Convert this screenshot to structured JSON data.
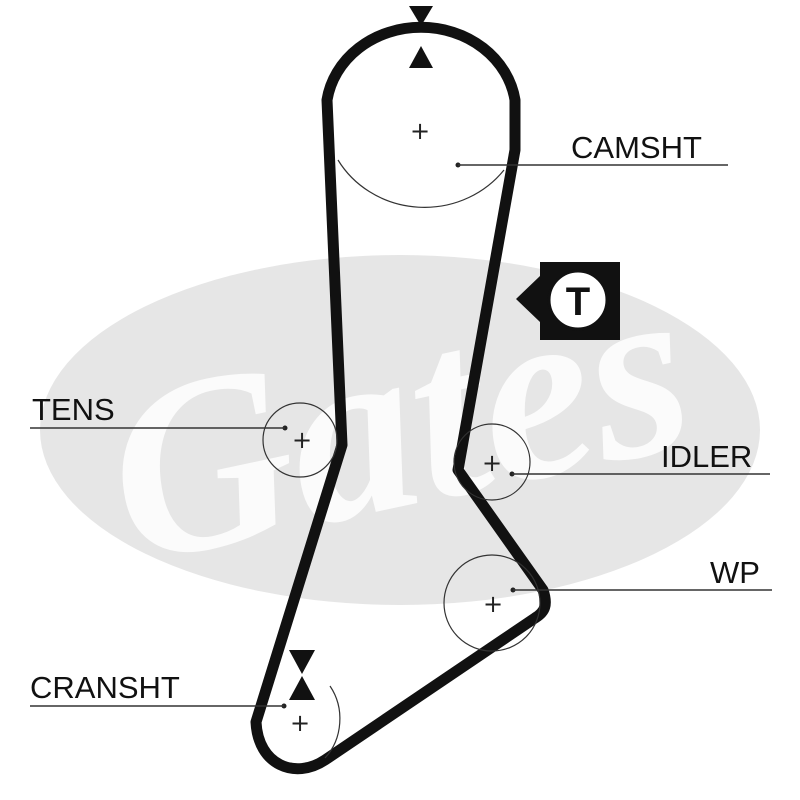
{
  "diagram": {
    "labels": {
      "camshaft": "CAMSHT",
      "tensioner": "TENS",
      "idler": "IDLER",
      "water_pump": "WP",
      "crankshaft": "CRANSHT"
    },
    "tension_mark": "T",
    "watermark_logo": "Gates",
    "colors": {
      "belt": "#111111",
      "watermark": "#e6e6e6",
      "leader": "#333333"
    }
  }
}
